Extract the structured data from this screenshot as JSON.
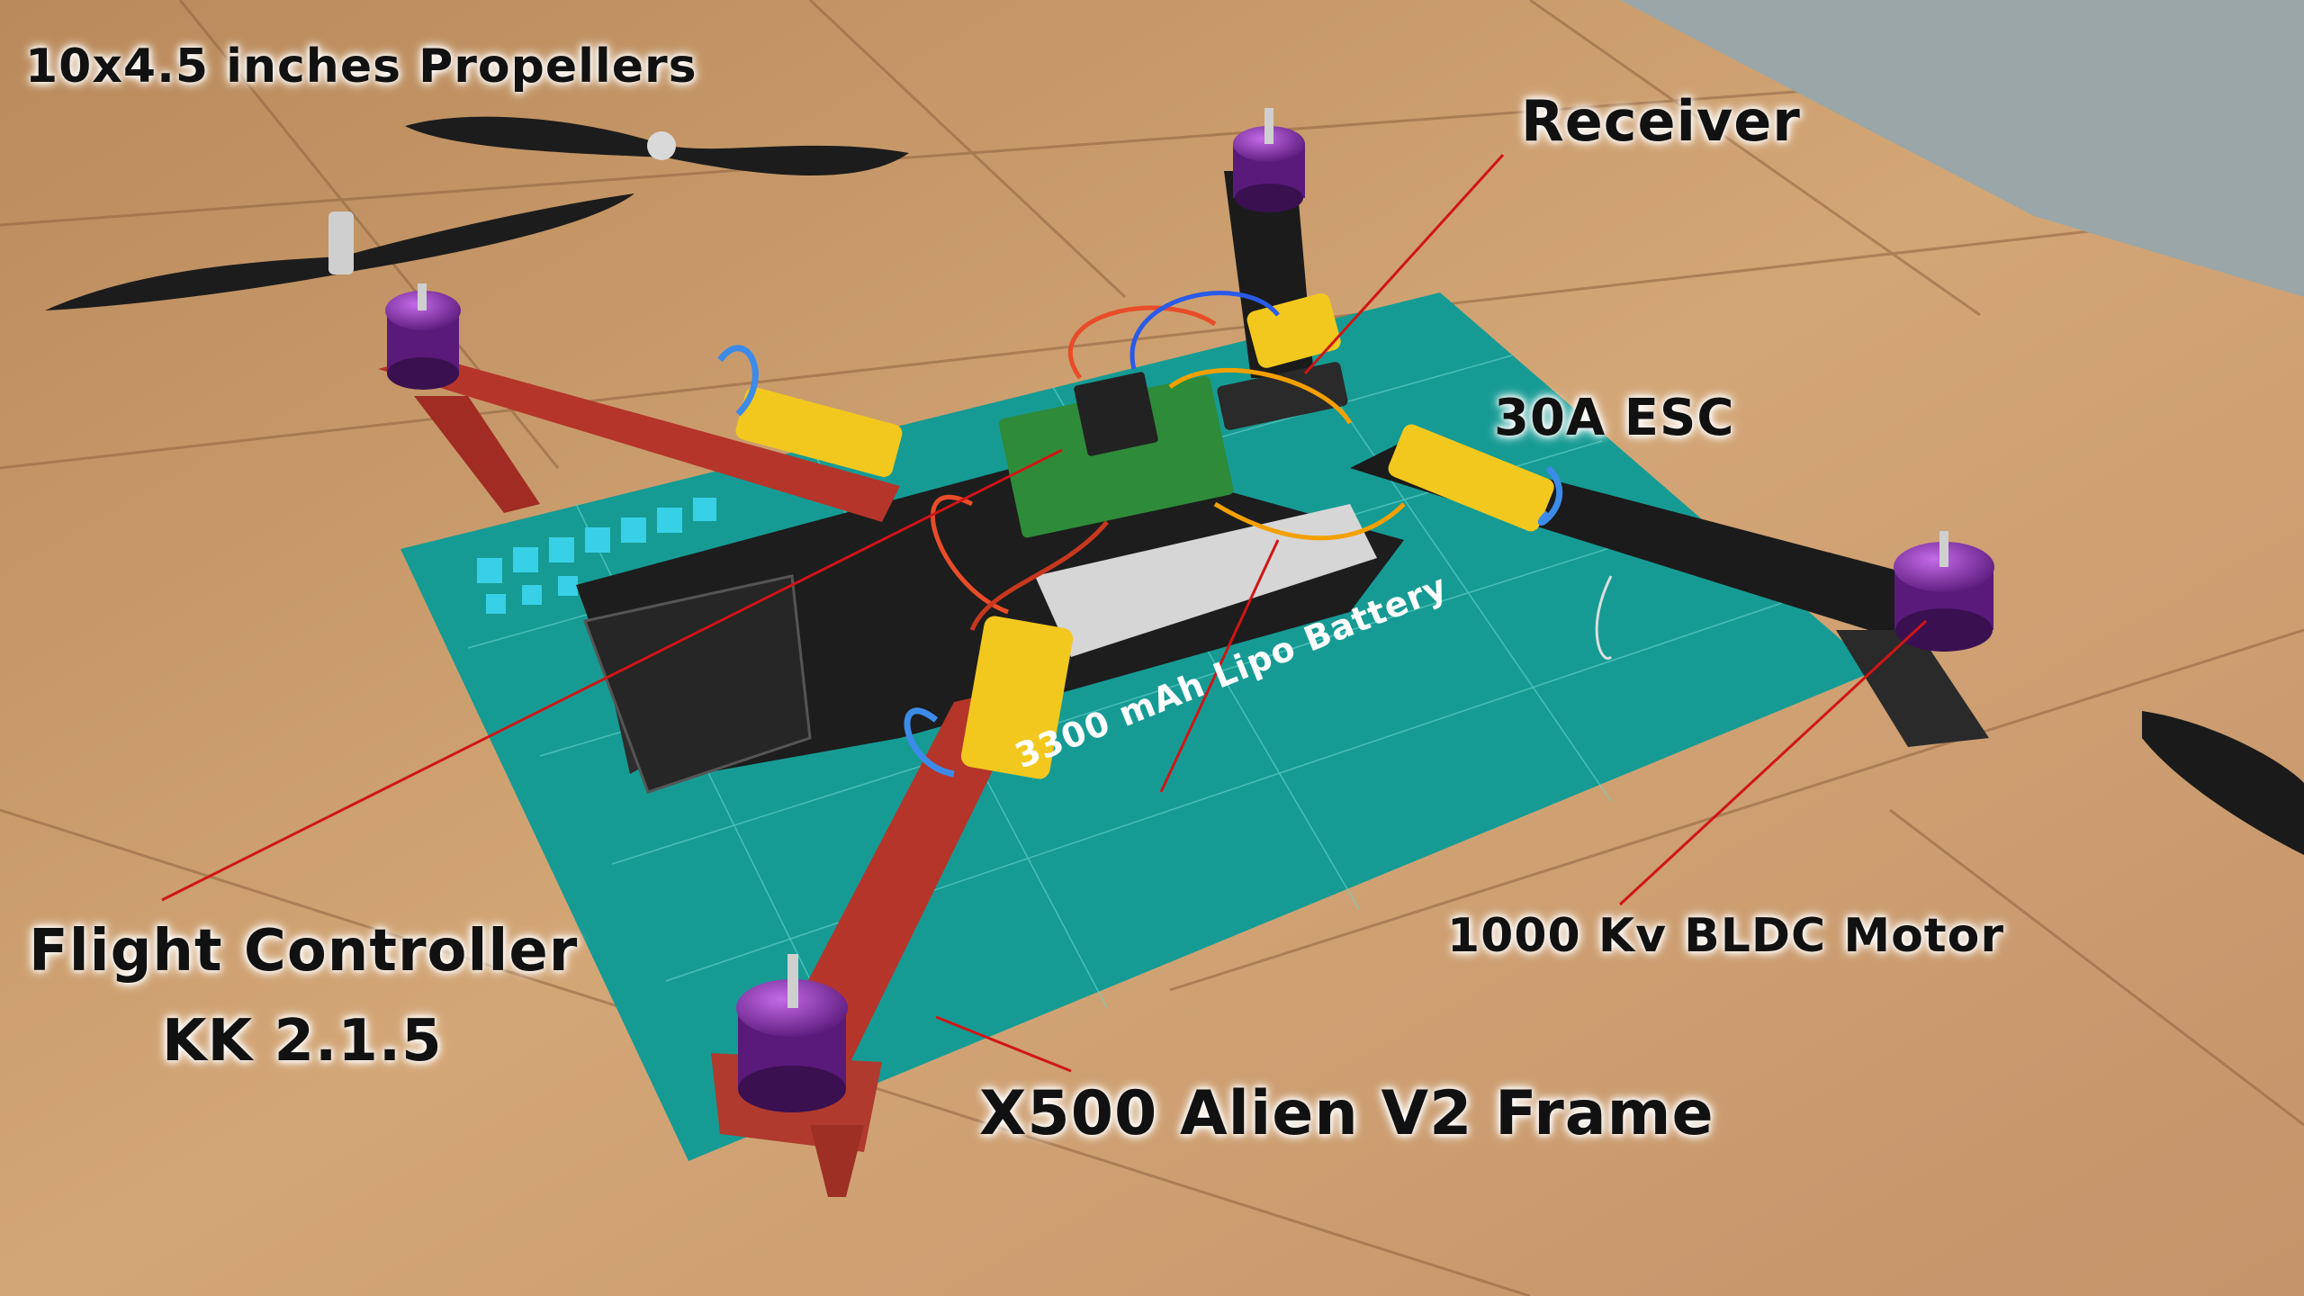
{
  "labels": {
    "propellers": "10x4.5 inches Propellers",
    "receiver": "Receiver",
    "esc": "30A ESC",
    "battery": "3300 mAh Lipo Battery",
    "motor": "1000 Kv BLDC Motor",
    "flight_controller_line1": "Flight Controller",
    "flight_controller_line2": "KK 2.1.5",
    "frame": "X500 Alien V2 Frame"
  },
  "colors": {
    "wood": "#c89a6c",
    "mat": "#169b94",
    "frame_red": "#b5352a",
    "frame_black": "#1b1b1b",
    "motor_purple": "#7b2aa0",
    "esc_yellow": "#f2c81e",
    "leader_line": "#d01515"
  }
}
